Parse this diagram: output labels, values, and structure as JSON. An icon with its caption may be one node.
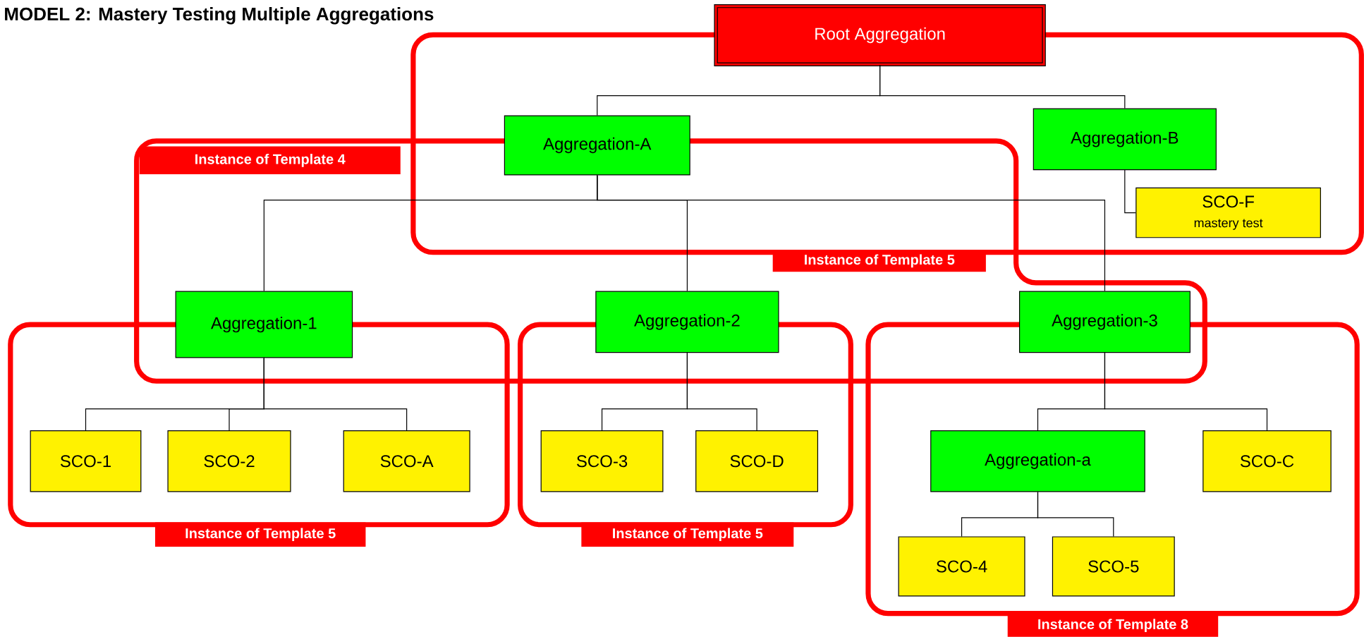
{
  "diagram": {
    "title": "MODEL 2:  Mastery Testing Multiple Aggregations",
    "nodes": [
      {
        "text": [
          "Root Aggregation"
        ]
      },
      {
        "text": [
          "Aggregation-A"
        ]
      },
      {
        "text": [
          "Aggregation-B"
        ]
      },
      {
        "text": [
          "SCO-F",
          "mastery test"
        ]
      },
      {
        "text": [
          "Aggregation-1"
        ]
      },
      {
        "text": [
          "Aggregation-2"
        ]
      },
      {
        "text": [
          "Aggregation-3"
        ]
      },
      {
        "text": [
          "SCO-1"
        ]
      },
      {
        "text": [
          "SCO-2"
        ]
      },
      {
        "text": [
          "SCO-A"
        ]
      },
      {
        "text": [
          "SCO-3"
        ]
      },
      {
        "text": [
          "SCO-D"
        ]
      },
      {
        "text": [
          "Aggregation-a"
        ]
      },
      {
        "text": [
          "SCO-C"
        ]
      },
      {
        "text": [
          "SCO-4"
        ]
      },
      {
        "text": [
          "SCO-5"
        ]
      },
      {
        "text": [
          "Instance of Template 5"
        ]
      },
      {
        "text": [
          "Instance of Template 4"
        ]
      },
      {
        "text": [
          "Instance of Template 5"
        ]
      },
      {
        "text": [
          "Instance of Template 5"
        ]
      },
      {
        "text": [
          "Instance of Template 8"
        ]
      }
    ],
    "edges": [
      {
        "from": 0,
        "to": 1,
        "arrow": "none"
      },
      {
        "from": 0,
        "to": 2,
        "arrow": "none"
      },
      {
        "from": 2,
        "to": 3,
        "arrow": "none"
      },
      {
        "from": 1,
        "to": 4,
        "arrow": "none"
      },
      {
        "from": 1,
        "to": 5,
        "arrow": "none"
      },
      {
        "from": 1,
        "to": 6,
        "arrow": "none"
      },
      {
        "from": 4,
        "to": 7,
        "arrow": "none"
      },
      {
        "from": 4,
        "to": 8,
        "arrow": "none"
      },
      {
        "from": 4,
        "to": 9,
        "arrow": "none"
      },
      {
        "from": 5,
        "to": 10,
        "arrow": "none"
      },
      {
        "from": 5,
        "to": 11,
        "arrow": "none"
      },
      {
        "from": 6,
        "to": 12,
        "arrow": "none"
      },
      {
        "from": 6,
        "to": 13,
        "arrow": "none"
      },
      {
        "from": 12,
        "to": 14,
        "arrow": "none"
      },
      {
        "from": 12,
        "to": 15,
        "arrow": "none"
      }
    ]
  }
}
